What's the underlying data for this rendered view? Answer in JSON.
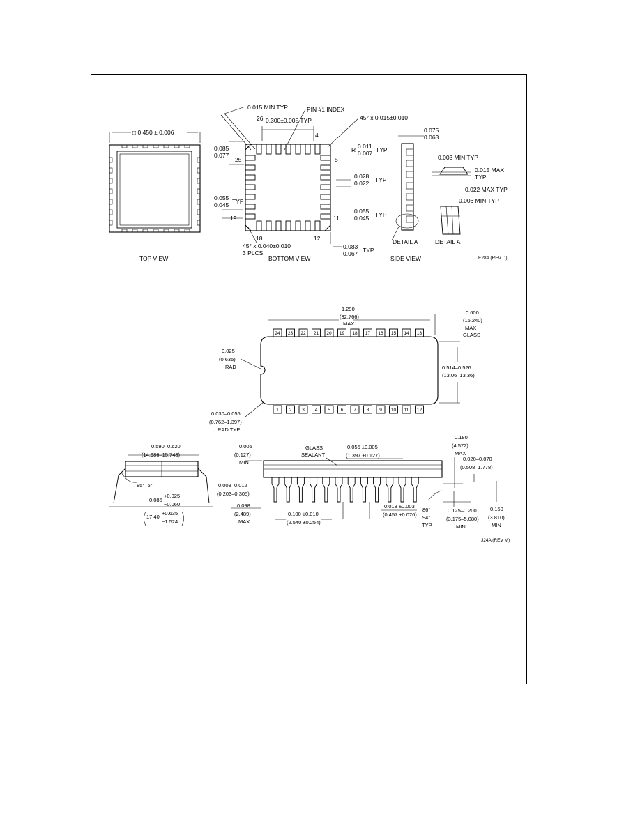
{
  "top_drawing": {
    "views": {
      "top": "TOP VIEW",
      "bottom": "BOTTOM VIEW",
      "side": "SIDE VIEW"
    },
    "dims": {
      "body_square": "□ 0.450 ± 0.006",
      "min_typ": "0.015 MIN TYP",
      "pin_index": "PIN #1 INDEX",
      "pitch_typ": "0.300±0.005 TYP",
      "chamfer_top": "45° x 0.015±0.010",
      "side_a": "0.075",
      "side_b": "0.063",
      "r_label": "R",
      "r_a": "0.011",
      "r_b": "0.007",
      "r_typ": "TYP",
      "left_a": "0.085",
      "left_b": "0.077",
      "pad_a": "0.028",
      "pad_b": "0.022",
      "pad_typ": "TYP",
      "lpitch_a": "0.055",
      "lpitch_b": "0.045",
      "lpitch_typ": "TYP",
      "rpitch_a": "0.055",
      "rpitch_b": "0.045",
      "rpitch_typ": "TYP",
      "chamfer_bottom": "45° x 0.040±0.010",
      "plcs": "3 PLCS",
      "bot_a": "0.083",
      "bot_b": "0.067",
      "bot_typ": "TYP",
      "det_min": "0.003 MIN TYP",
      "det_max": "0.015 MAX",
      "det_max_typ": "TYP",
      "det_022": "0.022 MAX TYP",
      "det_006": "0.006 MIN TYP",
      "detail_a_1": "DETAIL A",
      "detail_a_2": "DETAIL A",
      "rev": "E28A (REV D)"
    },
    "pins": {
      "p26": "26",
      "p4": "4",
      "p25": "25",
      "p5": "5",
      "p19": "19",
      "p11": "11",
      "p18": "18",
      "p12": "12"
    }
  },
  "bottom_drawing": {
    "length_in": "1.290",
    "length_mm": "(32.766)",
    "length_max": "MAX",
    "height_in": "0.600",
    "height_mm": "(15.240)",
    "height_max": "MAX",
    "height_glass": "GLASS",
    "rad_in": "0.025",
    "rad_mm": "(0.635)",
    "rad_label": "RAD",
    "width_in": "0.514–0.526",
    "width_mm": "(13.06–13.36)",
    "corner_in": "0.030–0.055",
    "corner_mm": "(0.762–1.397)",
    "corner_typ": "RAD TYP",
    "pins_top": [
      "24",
      "23",
      "22",
      "21",
      "20",
      "19",
      "18",
      "17",
      "16",
      "15",
      "14",
      "13"
    ],
    "pins_bottom": [
      "1",
      "2",
      "3",
      "4",
      "5",
      "6",
      "7",
      "8",
      "9",
      "10",
      "11",
      "12"
    ],
    "row_in": "0.590–0.620",
    "row_mm": "(14.986–15.748)",
    "angle": "85°–5°",
    "lead_in": "0.085",
    "lead_plus": "+0.025",
    "lead_minus": "−0.060",
    "lead_mm": "17.40",
    "lead_mm_plus": "+0.635",
    "lead_mm_minus": "−1.524",
    "min005_in": "0.005",
    "min005_mm": "(0.127)",
    "min005_min": "MIN",
    "glass_1": "GLASS",
    "glass_2": "SEALANT",
    "tol_in": "0.055 ±0.005",
    "tol_mm": "(1.397 ±0.127)",
    "seat_in": "0.180",
    "seat_mm": "(4.572)",
    "seat_max": "MAX",
    "side_in": "0.020–0.070",
    "side_mm": "(0.508–1.778)",
    "thick_in": "0.008–0.012",
    "thick_mm": "(0.203–0.305)",
    "max098_in": "0.098",
    "max098_mm": "(2.489)",
    "max098_max": "MAX",
    "pitch_in": "0.100 ±0.010",
    "pitch_mm": "(2.540 ±0.254)",
    "leadw_in": "0.018 ±0.003",
    "leadw_mm": "(0.457 ±0.076)",
    "ang_1": "86°",
    "ang_2": "94°",
    "ang_typ": "TYP",
    "stand_in": "0.125–0.200",
    "stand_mm": "(3.175–5.080)",
    "stand_min": "MIN",
    "min150_in": "0.150",
    "min150_mm": "(3.810)",
    "min150_min": "MIN",
    "rev": "J24A (REV M)"
  }
}
